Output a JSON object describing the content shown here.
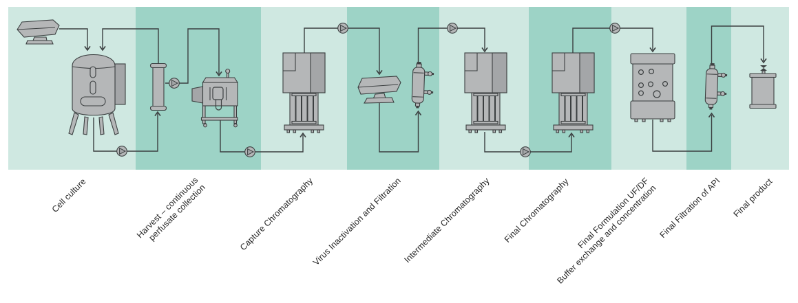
{
  "diagram": {
    "kind": "bioprocess-flow"
  },
  "stages": [
    {
      "label": "Cell culture",
      "lines": [
        "Cell culture"
      ],
      "band": "light",
      "equipment": [
        "media-bag-icon",
        "bioreactor-icon",
        "pump-icon"
      ]
    },
    {
      "label": "Harvest – continuous perfusate collection",
      "lines": [
        "Harvest – continuous",
        "perfusate collection"
      ],
      "band": "dark",
      "equipment": [
        "perfusion-column-icon",
        "pump-icon",
        "clarifier-icon",
        "pump-icon"
      ]
    },
    {
      "label": "Capture Chromatography",
      "lines": [
        "Capture Chromatography"
      ],
      "band": "light",
      "equipment": [
        "chromatography-skid-icon",
        "pump-icon"
      ]
    },
    {
      "label": "Virus Inactivation and Filtration",
      "lines": [
        "Virus Inactivation and Filtration"
      ],
      "band": "dark",
      "equipment": [
        "hold-bag-icon",
        "filter-capsule-icon",
        "pump-icon"
      ]
    },
    {
      "label": "Intermediate Chromatography",
      "lines": [
        "Intermediate Chromatography"
      ],
      "band": "light",
      "equipment": [
        "chromatography-skid-icon",
        "pump-icon"
      ]
    },
    {
      "label": "Final Chromatography",
      "lines": [
        "Final Chromatography"
      ],
      "band": "dark",
      "equipment": [
        "chromatography-skid-icon",
        "pump-icon"
      ]
    },
    {
      "label": "Final Formulation UF/DF Buffer exchange and concentration",
      "lines": [
        "Final Formulation UF/DF",
        "Buffer exchange and concentration"
      ],
      "band": "light",
      "equipment": [
        "ufdf-system-icon"
      ]
    },
    {
      "label": "Final Filtration of API",
      "lines": [
        "Final Filtration of API"
      ],
      "band": "dark",
      "equipment": [
        "filter-capsule-icon"
      ]
    },
    {
      "label": "Final product",
      "lines": [
        "Final product"
      ],
      "band": "light",
      "equipment": [
        "product-container-icon"
      ]
    }
  ],
  "colors": {
    "band_light": "#cfe8e1",
    "band_dark": "#9dd3c6",
    "equip": "#b5b7b8",
    "equip_dark": "#a4a6a8",
    "outline": "#3b3f40",
    "line": "#3b3f40",
    "label": "#262626",
    "bg": "#ffffff"
  }
}
